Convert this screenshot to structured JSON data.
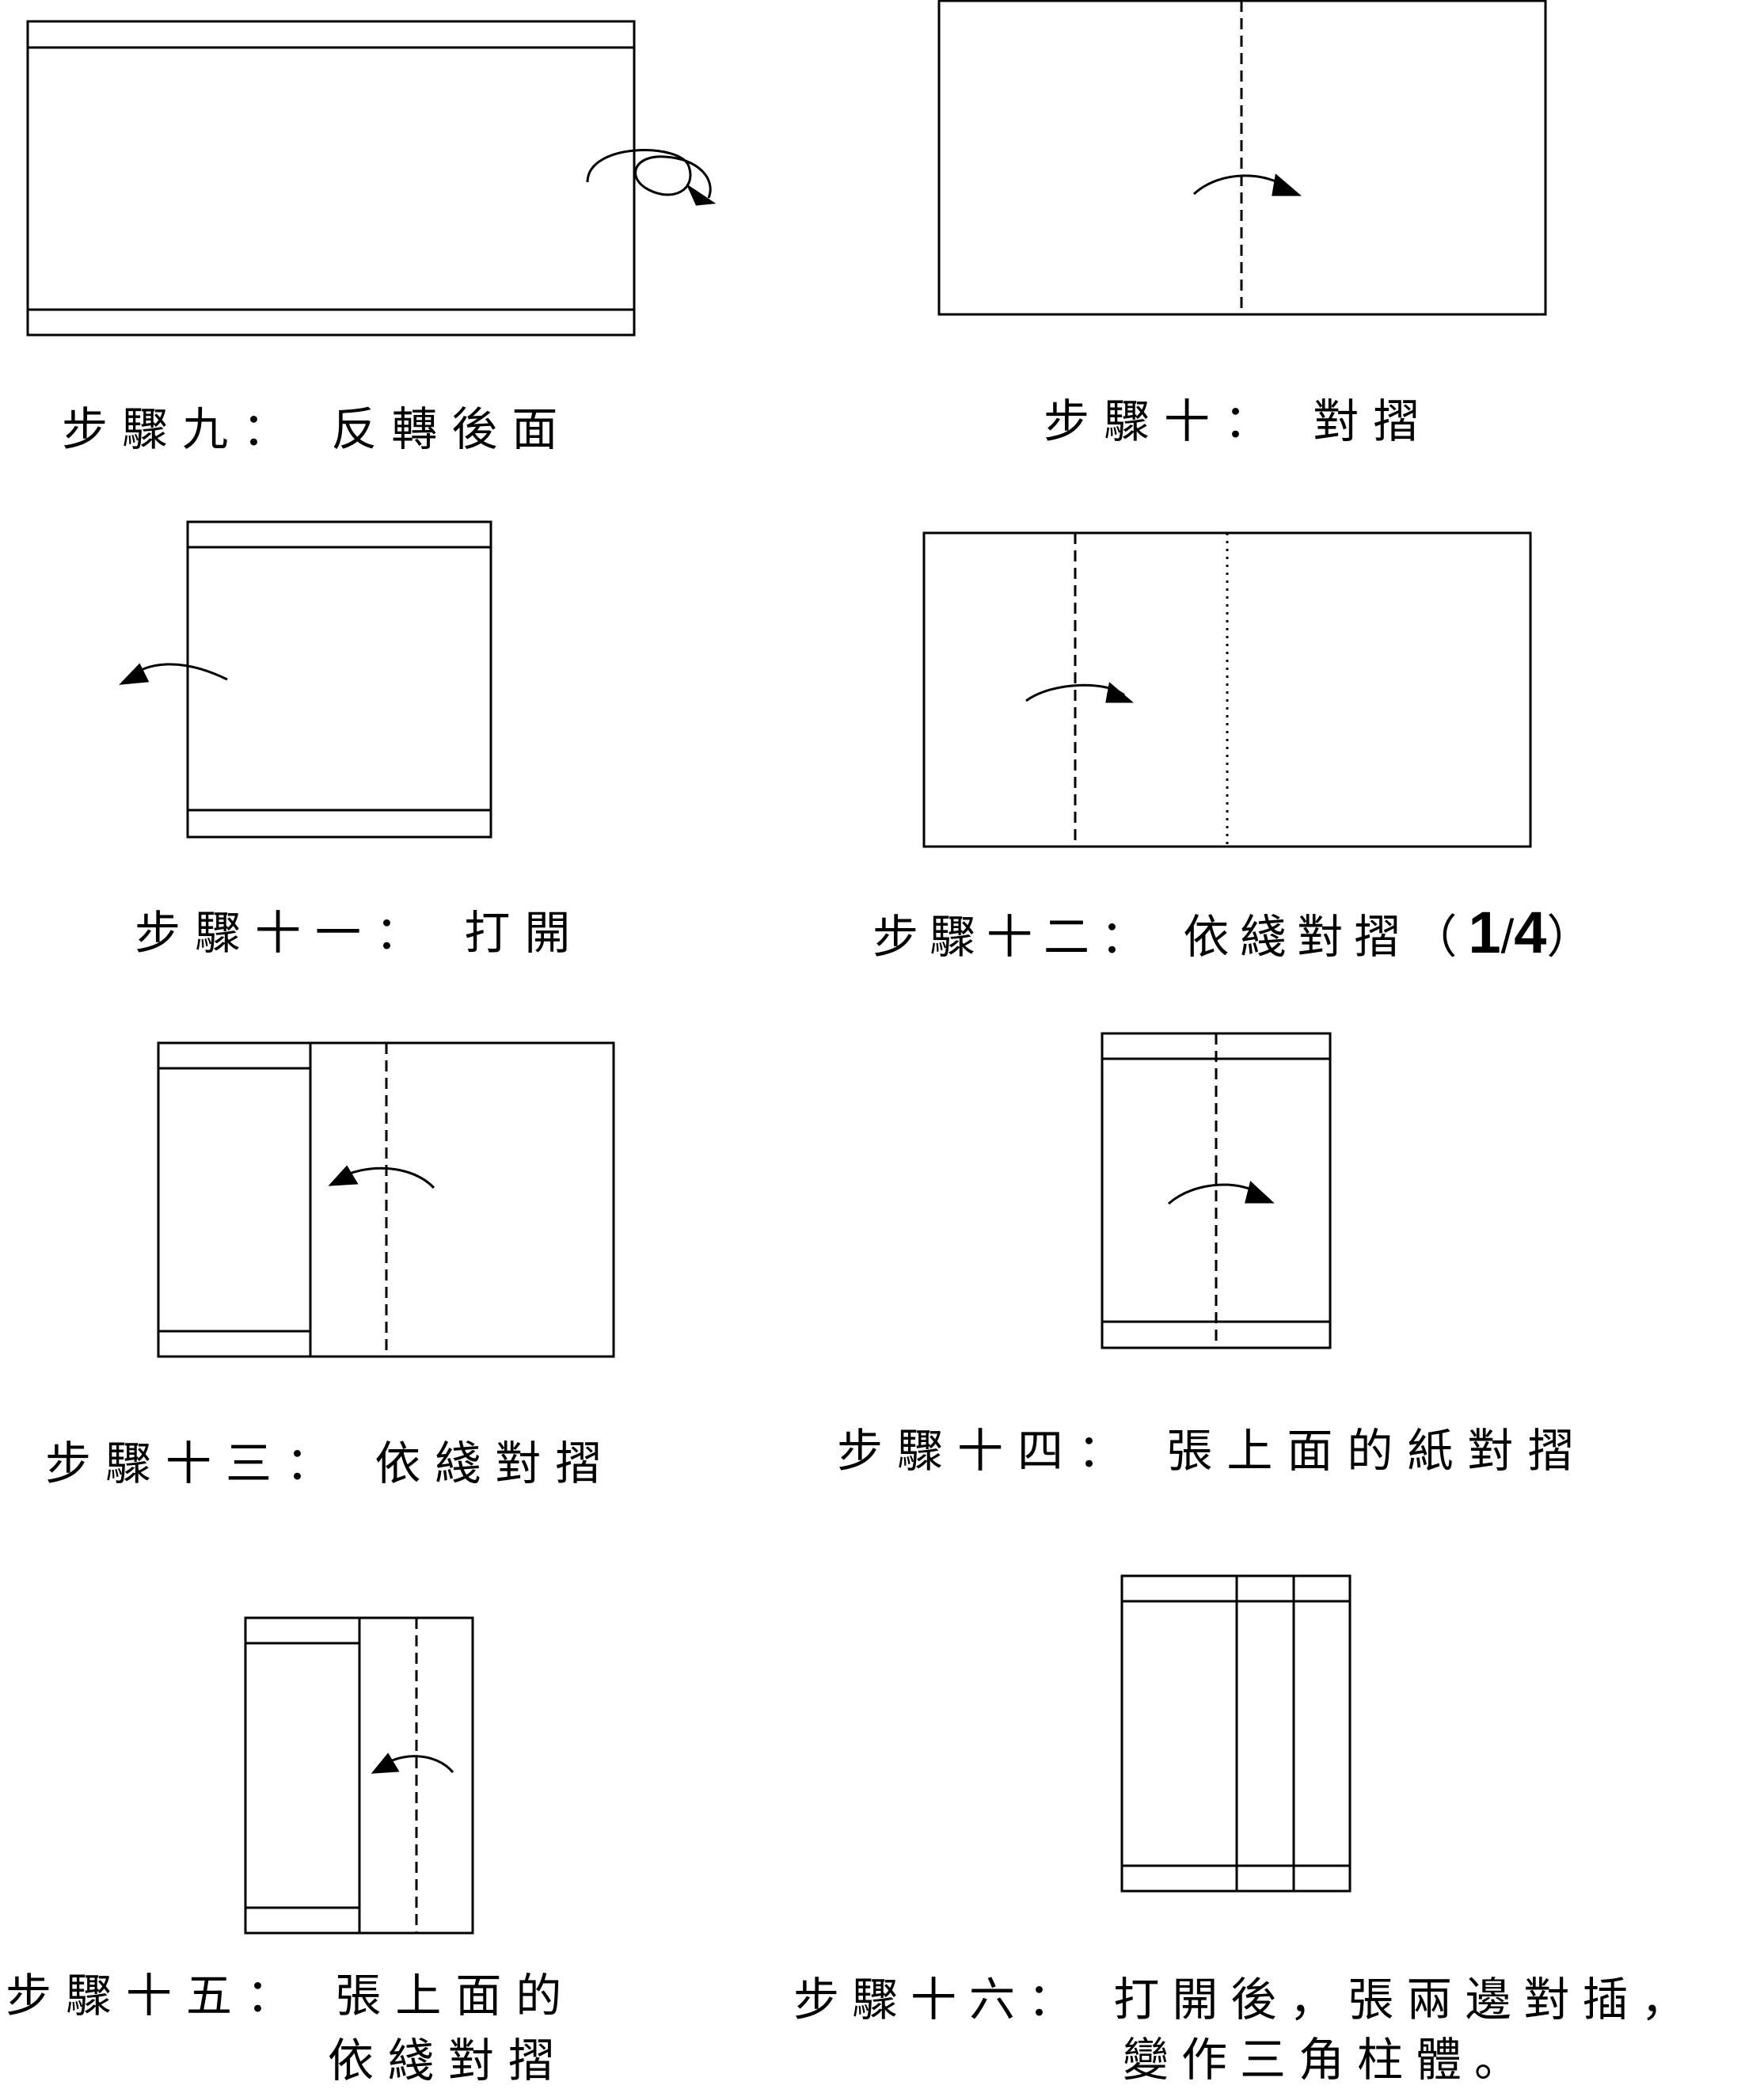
{
  "steps": [
    {
      "id": "9",
      "caption": "步驟九： 反轉後面"
    },
    {
      "id": "10",
      "caption": "步驟十： 對摺"
    },
    {
      "id": "11",
      "caption": "步驟十一： 打開"
    },
    {
      "id": "12",
      "caption_main": "步驟十二： 依綫對摺（",
      "caption_num1": "1",
      "caption_slash": "/",
      "caption_num2": "4",
      "caption_close": "）"
    },
    {
      "id": "13",
      "caption": "步驟十三： 依綫對摺"
    },
    {
      "id": "14",
      "caption": "步驟十四： 張上面的紙對摺"
    },
    {
      "id": "15",
      "caption_line1": "步驟十五： 張上面的",
      "caption_line2": "依綫對摺"
    },
    {
      "id": "16",
      "caption_line1": "步驟十六： 打開後，張兩邊對插，",
      "caption_line2": "變作三角柱體。"
    }
  ],
  "colors": {
    "ink": "#000000",
    "paper": "#ffffff"
  }
}
